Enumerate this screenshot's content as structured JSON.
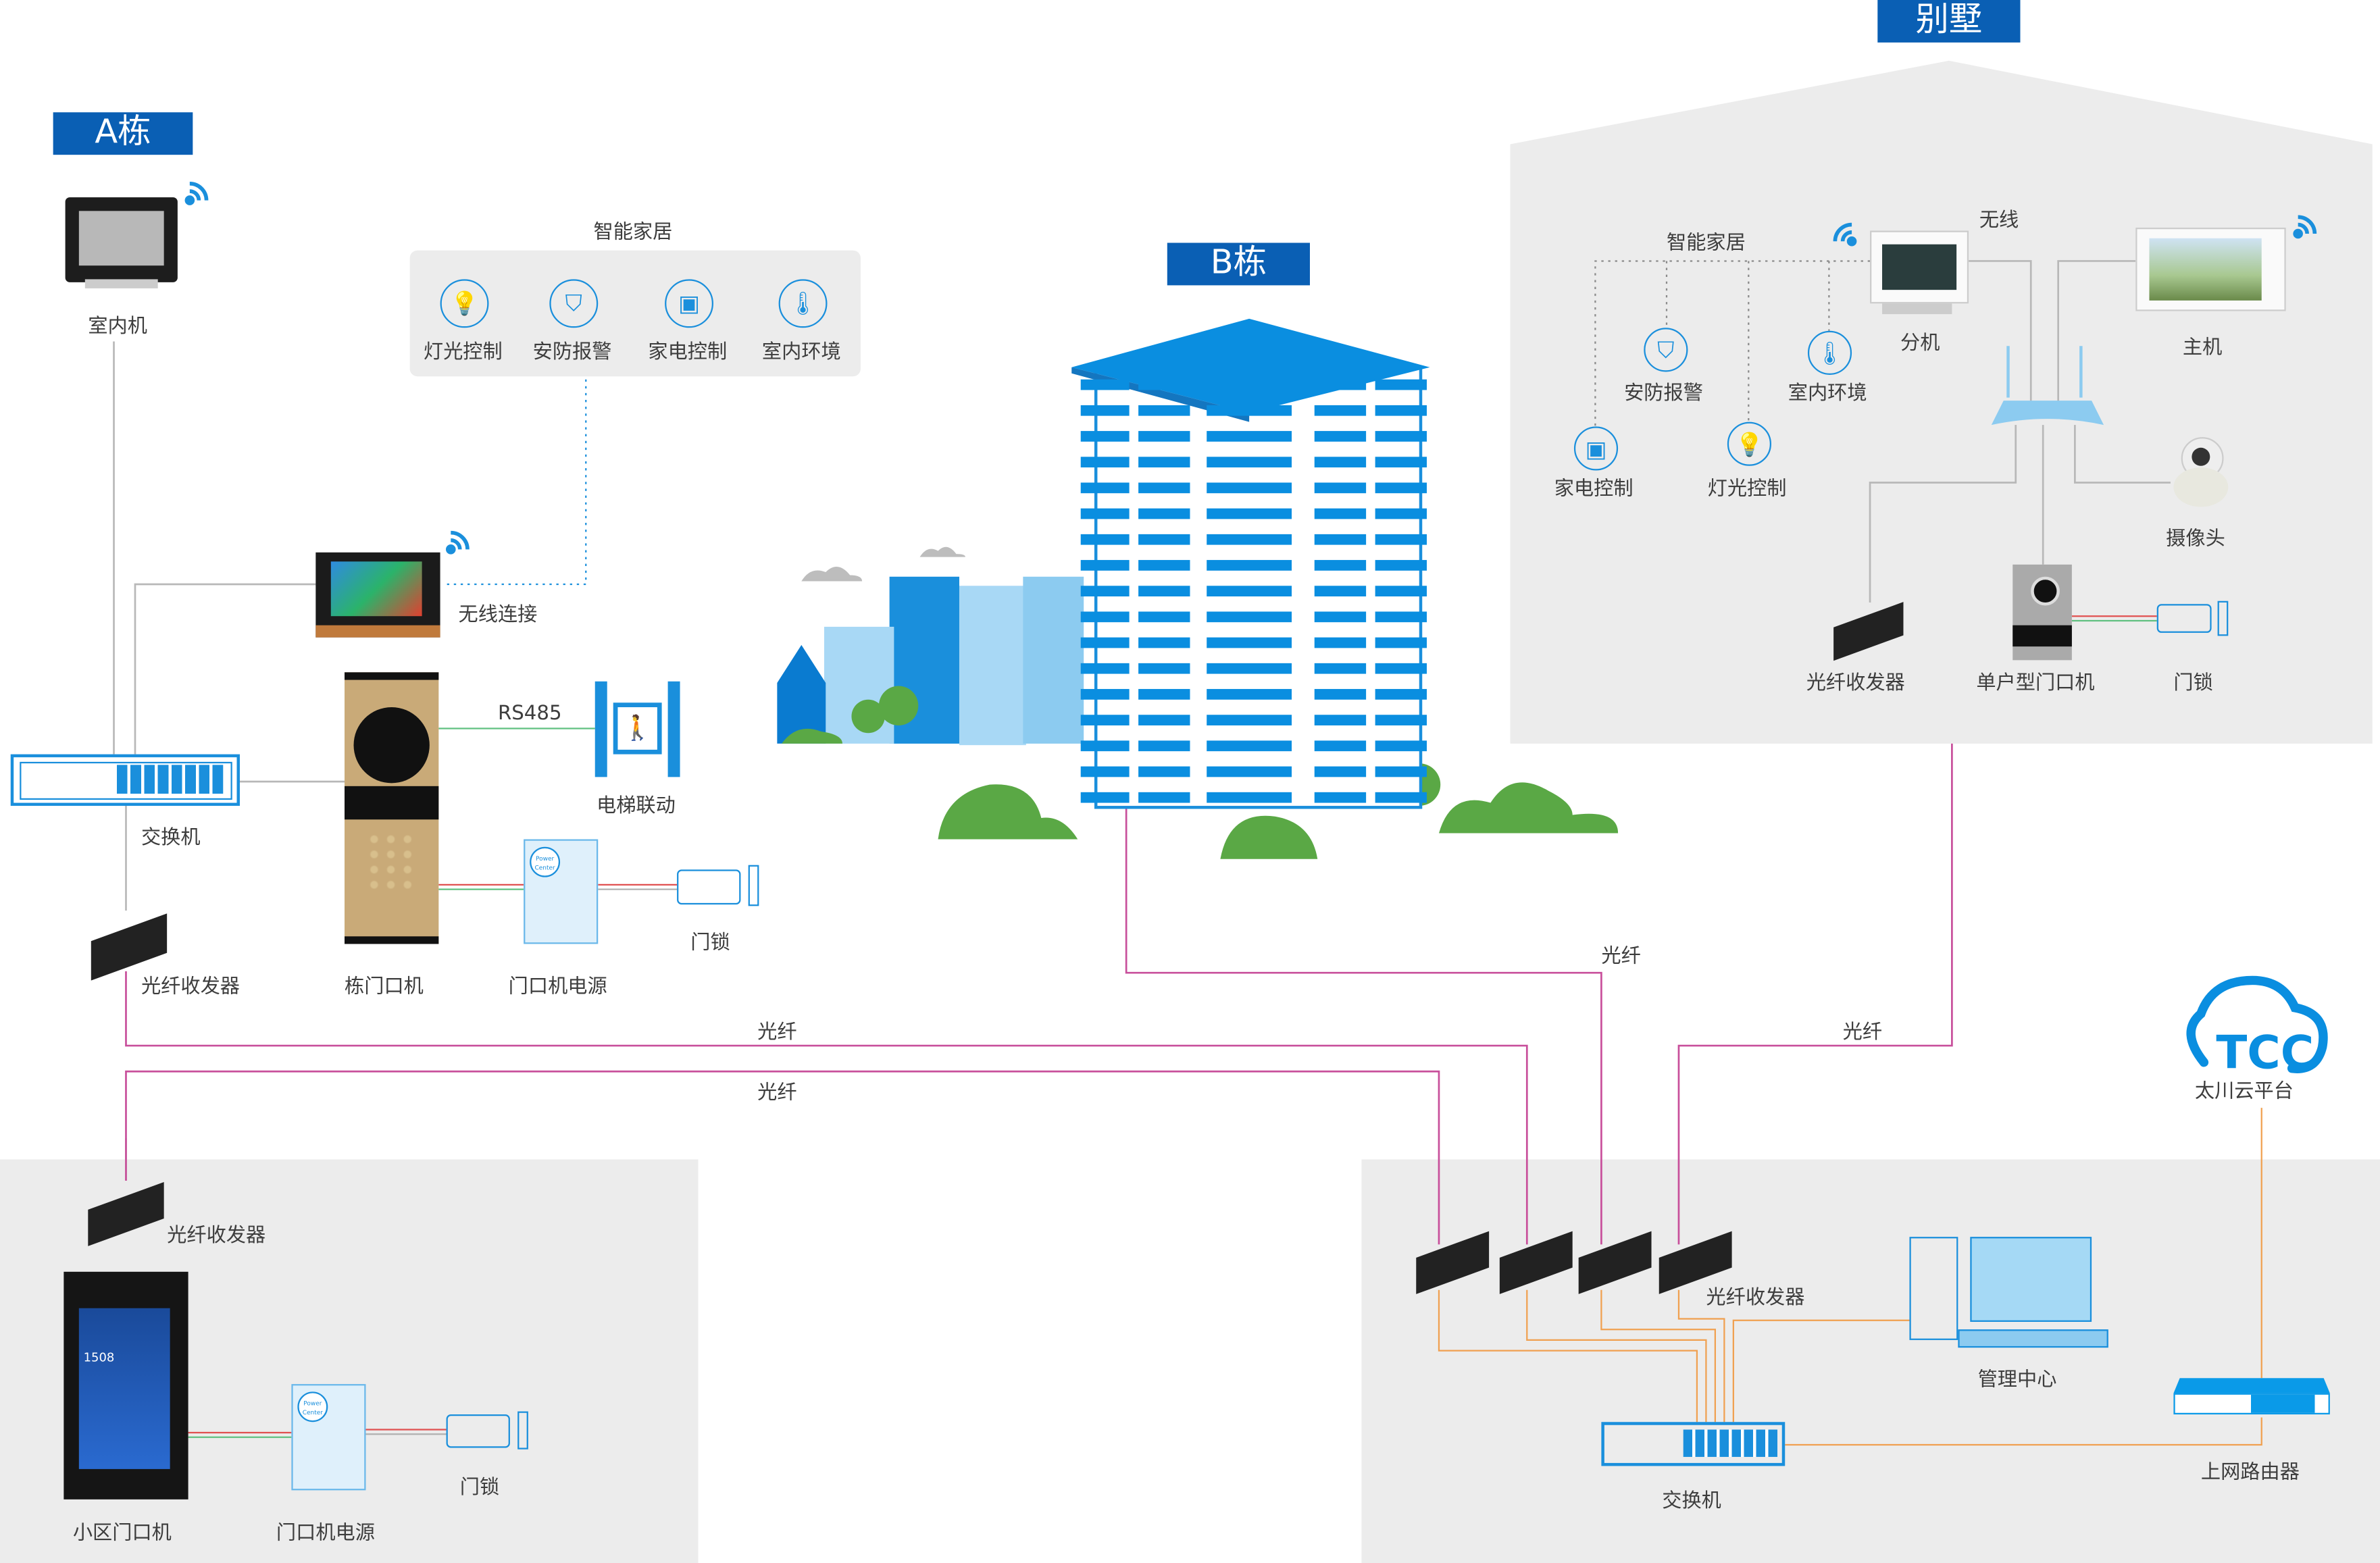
{
  "sections": {
    "building_a": "A栋",
    "building_b": "B栋",
    "villa": "别墅"
  },
  "building_a": {
    "indoor_unit": "室内机",
    "smart_home_title": "智能家居",
    "smart_home_items": [
      "灯光控制",
      "安防报警",
      "家电控制",
      "室内环境"
    ],
    "wireless_connection": "无线连接",
    "rs485": "RS485",
    "elevator_linkage": "电梯联动",
    "switch": "交换机",
    "fiber_transceiver": "光纤收发器",
    "building_door_station": "栋门口机",
    "door_station_power": "门口机电源",
    "door_lock": "门锁"
  },
  "villa": {
    "smart_home_title": "智能家居",
    "wireless": "无线",
    "extension": "分机",
    "main_unit": "主机",
    "security_alarm": "安防报警",
    "indoor_environment": "室内环境",
    "appliance_control": "家电控制",
    "lighting_control": "灯光控制",
    "camera": "摄像头",
    "fiber_transceiver": "光纤收发器",
    "single_household_door_station": "单户型门口机",
    "door_lock": "门锁"
  },
  "fiber_labels": [
    "光纤",
    "光纤",
    "光纤",
    "光纤"
  ],
  "community_gate": {
    "fiber_transceiver": "光纤收发器",
    "community_door_station": "小区门口机",
    "door_station_power": "门口机电源",
    "door_lock": "门锁",
    "keypad_screen_number": "1508"
  },
  "management": {
    "fiber_transceiver": "光纤收发器",
    "management_center": "管理中心",
    "switch": "交换机",
    "router": "上网路由器",
    "cloud_logo_text": "TCC",
    "cloud_platform": "太川云平台"
  },
  "power_box_text": "Power Center",
  "colors": {
    "title_bg": "#0a5fb4",
    "accent_blue": "#1a8fdc",
    "fiber_line": "#c84f9b",
    "network_line": "#f0a050",
    "panel_bg": "#ececec"
  }
}
